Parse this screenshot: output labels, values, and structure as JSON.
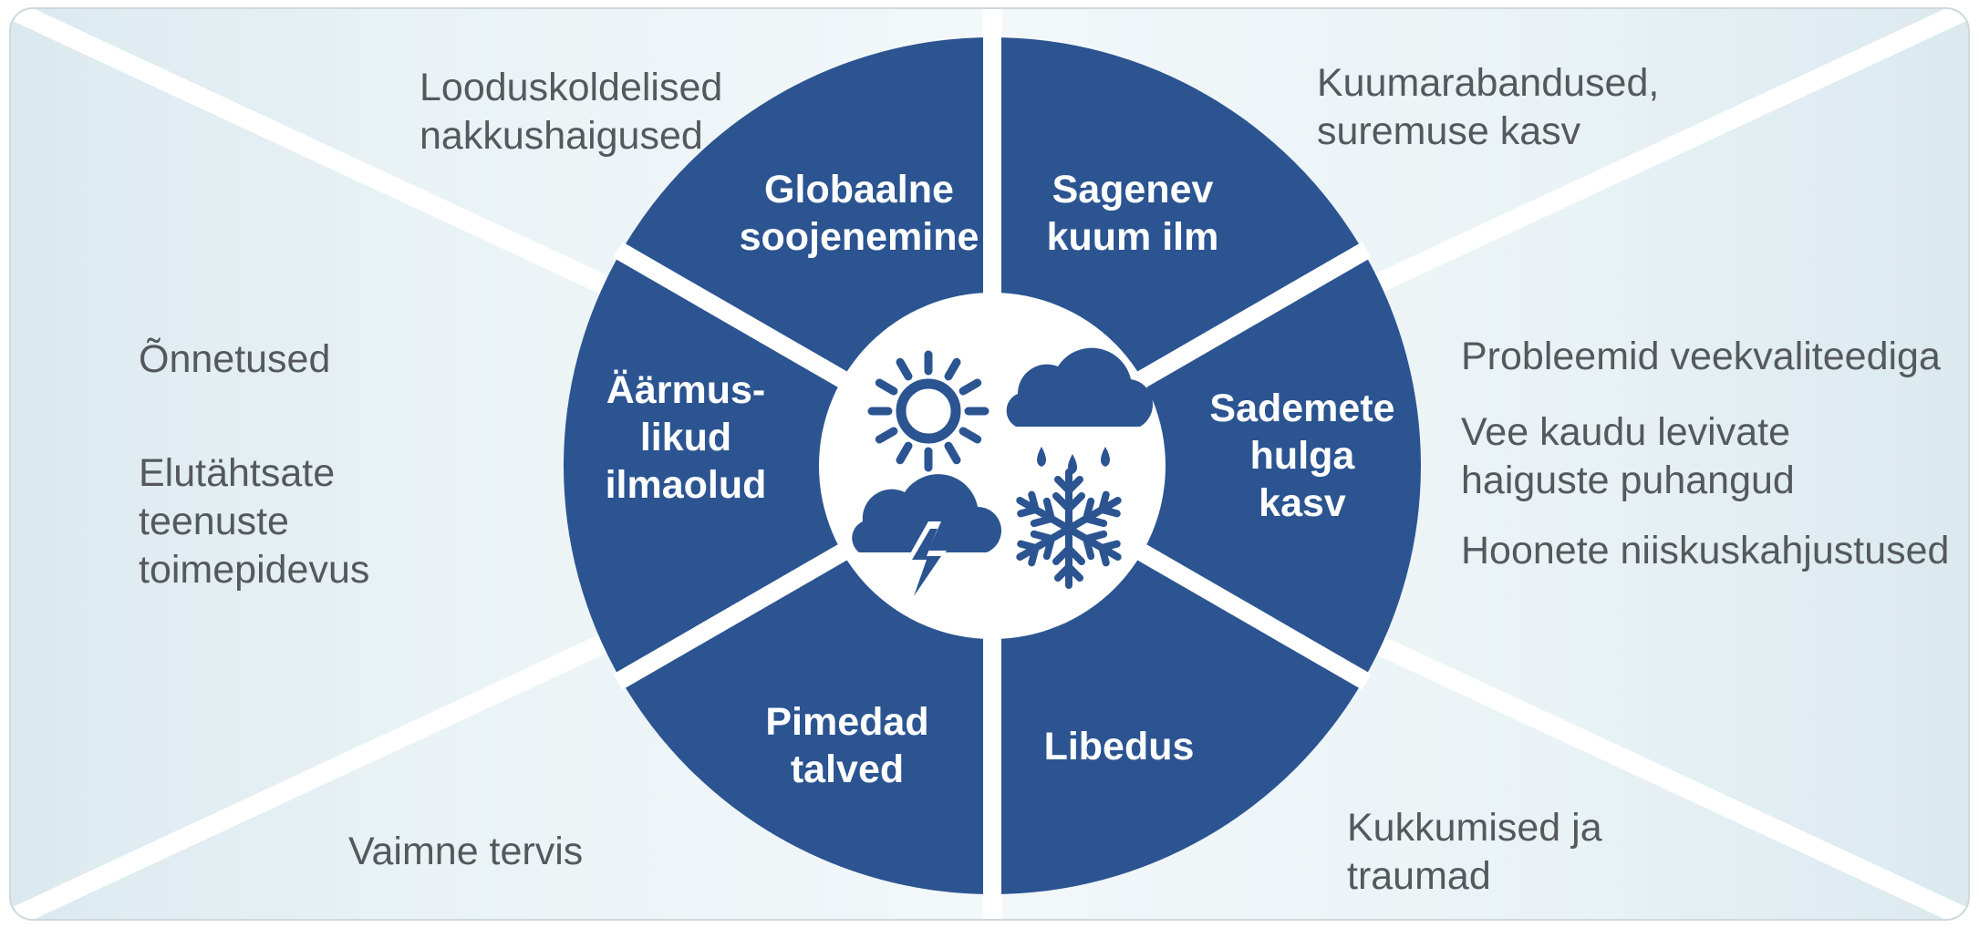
{
  "colors": {
    "segment": "#2b5491",
    "icon": "#2b5491",
    "outer_text": "#55595c",
    "background": "#e6f0f4",
    "center": "#ffffff"
  },
  "segments": [
    {
      "name": "globaalne-soojenemine",
      "lines": [
        "Globaalne",
        "soojenemine"
      ]
    },
    {
      "name": "sagenev-kuum-ilm",
      "lines": [
        "Sagenev",
        "kuum ilm"
      ]
    },
    {
      "name": "sademete-hulga-kasv",
      "lines": [
        "Sademete",
        "hulga",
        "kasv"
      ]
    },
    {
      "name": "libedus",
      "lines": [
        "Libedus"
      ]
    },
    {
      "name": "pimedad-talved",
      "lines": [
        "Pimedad",
        "talved"
      ]
    },
    {
      "name": "aarmuslikud-ilmaolud",
      "lines": [
        "Äärmus-",
        "likud",
        "ilmaolud"
      ]
    }
  ],
  "icons": [
    "sun-icon",
    "rain-cloud-icon",
    "thunderstorm-icon",
    "snowflake-icon"
  ],
  "outer": {
    "top_left": {
      "line1": "Looduskoldelised",
      "line2": "nakkushaigused"
    },
    "top_right": {
      "line1": "Kuumarabandused,",
      "line2": "suremuse kasv"
    },
    "left": {
      "item1": "Õnnetused",
      "item2_line1": "Elutähtsate",
      "item2_line2": "teenuste",
      "item2_line3": "toimepidevus"
    },
    "right": {
      "item1": "Probleemid veekvaliteediga",
      "item2_line1": "Vee kaudu levivate",
      "item2_line2": "haiguste puhangud",
      "item3": "Hoonete niiskuskahjustused"
    },
    "bottom_left": {
      "line1": "Vaimne tervis"
    },
    "bottom_right": {
      "line1": "Kukkumised ja",
      "line2": "traumad"
    }
  }
}
